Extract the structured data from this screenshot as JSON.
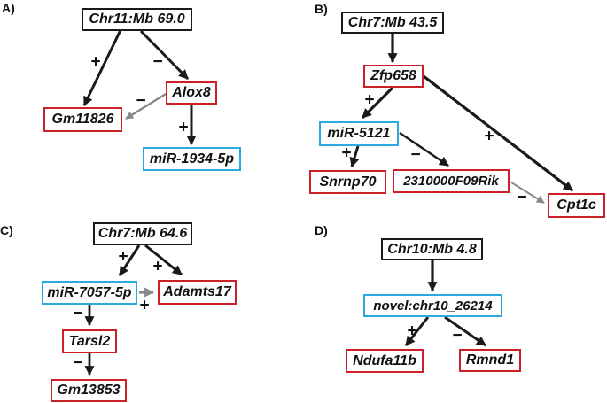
{
  "figure": {
    "type": "network-diagram",
    "description": "eQTL locus to gene/miRNA regulation networks, four panels",
    "colors": {
      "locus_border": "#1a1a1a",
      "gene_border": "#cb2026",
      "mirna_border": "#29abe2",
      "edge_black": "#1a1a1a",
      "edge_gray": "#8a8a8a",
      "background": "#ffffff"
    },
    "panels": [
      {
        "label": "A)",
        "nodes": [
          {
            "label": "Chr11:Mb 69.0",
            "type": "locus"
          },
          {
            "label": "Gm11826",
            "type": "gene"
          },
          {
            "label": "Alox8",
            "type": "gene"
          },
          {
            "label": "miR-1934-5p",
            "type": "mirna"
          }
        ],
        "edges": [
          {
            "from": "Chr11:Mb 69.0",
            "to": "Gm11826",
            "sign": "+",
            "color": "black"
          },
          {
            "from": "Chr11:Mb 69.0",
            "to": "Alox8",
            "sign": "−",
            "color": "black"
          },
          {
            "from": "Alox8",
            "to": "Gm11826",
            "sign": "−",
            "color": "gray"
          },
          {
            "from": "Alox8",
            "to": "miR-1934-5p",
            "sign": "+",
            "color": "black"
          }
        ]
      },
      {
        "label": "B)",
        "nodes": [
          {
            "label": "Chr7:Mb 43.5",
            "type": "locus"
          },
          {
            "label": "Zfp658",
            "type": "gene"
          },
          {
            "label": "miR-5121",
            "type": "mirna"
          },
          {
            "label": "Snrnp70",
            "type": "gene"
          },
          {
            "label": "2310000F09Rik",
            "type": "gene"
          },
          {
            "label": "Cpt1c",
            "type": "gene"
          }
        ],
        "edges": [
          {
            "from": "Chr7:Mb 43.5",
            "to": "Zfp658",
            "sign": "",
            "color": "black"
          },
          {
            "from": "Zfp658",
            "to": "miR-5121",
            "sign": "+",
            "color": "black"
          },
          {
            "from": "Zfp658",
            "to": "Cpt1c",
            "sign": "+",
            "color": "black"
          },
          {
            "from": "miR-5121",
            "to": "Snrnp70",
            "sign": "+",
            "color": "black"
          },
          {
            "from": "miR-5121",
            "to": "2310000F09Rik",
            "sign": "−",
            "color": "black"
          },
          {
            "from": "2310000F09Rik",
            "to": "Cpt1c",
            "sign": "−",
            "color": "gray"
          }
        ]
      },
      {
        "label": "C)",
        "nodes": [
          {
            "label": "Chr7:Mb 64.6",
            "type": "locus"
          },
          {
            "label": "miR-7057-5p",
            "type": "mirna"
          },
          {
            "label": "Adamts17",
            "type": "gene"
          },
          {
            "label": "Tarsl2",
            "type": "gene"
          },
          {
            "label": "Gm13853",
            "type": "gene"
          }
        ],
        "edges": [
          {
            "from": "Chr7:Mb 64.6",
            "to": "miR-7057-5p",
            "sign": "+",
            "color": "black"
          },
          {
            "from": "Chr7:Mb 64.6",
            "to": "Adamts17",
            "sign": "+",
            "color": "black"
          },
          {
            "from": "miR-7057-5p",
            "to": "Adamts17",
            "sign": "+",
            "color": "gray"
          },
          {
            "from": "miR-7057-5p",
            "to": "Tarsl2",
            "sign": "−",
            "color": "black"
          },
          {
            "from": "Tarsl2",
            "to": "Gm13853",
            "sign": "−",
            "color": "black"
          }
        ]
      },
      {
        "label": "D)",
        "nodes": [
          {
            "label": "Chr10:Mb 4.8",
            "type": "locus"
          },
          {
            "label": "novel:chr10_26214",
            "type": "mirna"
          },
          {
            "label": "Ndufa11b",
            "type": "gene"
          },
          {
            "label": "Rmnd1",
            "type": "gene"
          }
        ],
        "edges": [
          {
            "from": "Chr10:Mb 4.8",
            "to": "novel:chr10_26214",
            "sign": "",
            "color": "black"
          },
          {
            "from": "novel:chr10_26214",
            "to": "Ndufa11b",
            "sign": "+",
            "color": "black"
          },
          {
            "from": "novel:chr10_26214",
            "to": "Rmnd1",
            "sign": "−",
            "color": "black"
          }
        ]
      }
    ]
  }
}
